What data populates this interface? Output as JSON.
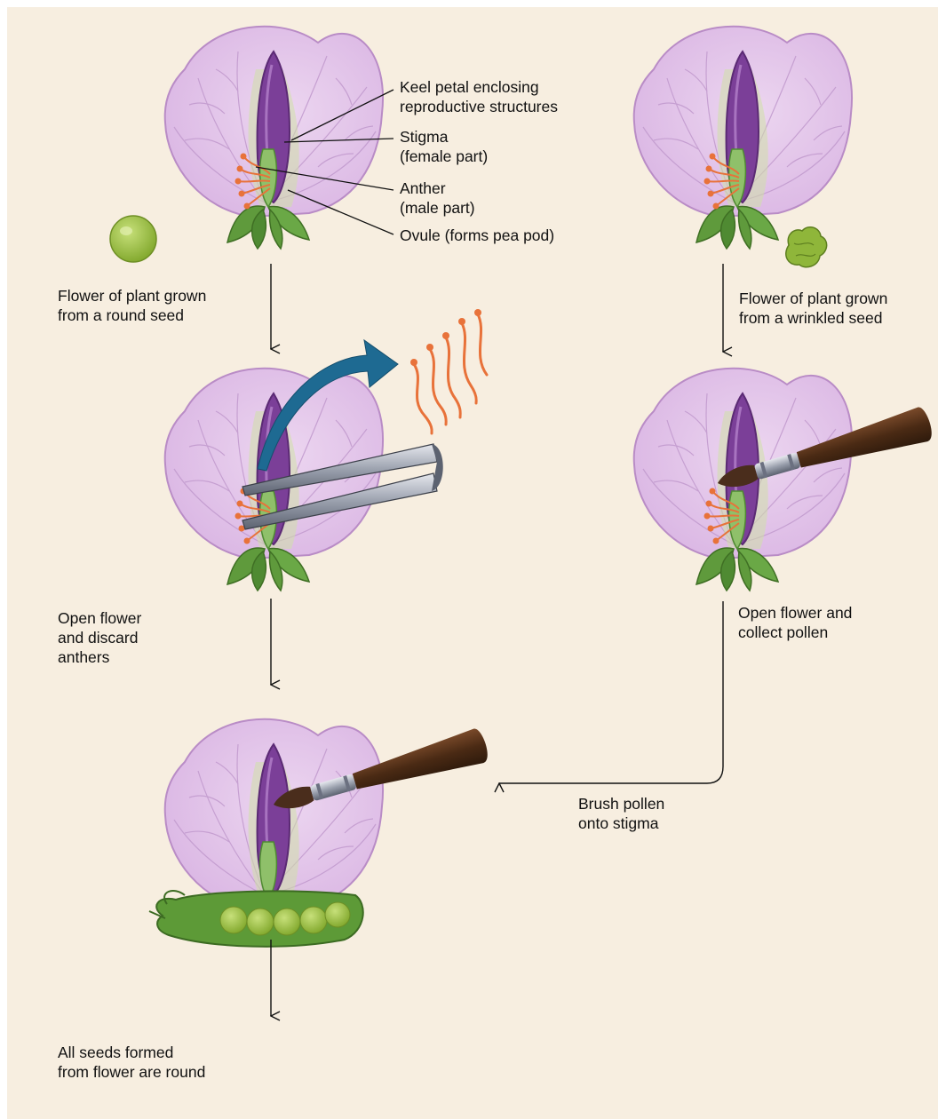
{
  "colors": {
    "background": "#f7eee0",
    "petal": "#e4c6ea",
    "petal_dark": "#c79ad3",
    "keel": "#7b3f98",
    "sepal": "#5f9a3c",
    "anther": "#e8723a",
    "seed": "#9cc43a",
    "arrow_blue": "#1e6a92"
  },
  "labels": {
    "keel": "Keel petal enclosing\nreproductive structures",
    "stigma": "Stigma\n(female part)",
    "anther": "Anther\n(male part)",
    "ovule": "Ovule (forms pea pod)",
    "round_flower": "Flower of plant grown\nfrom a round seed",
    "wrinkled_flower": "Flower of plant grown\nfrom a wrinkled seed",
    "discard": "Open flower\nand discard\nanthers",
    "collect": "Open flower and\ncollect pollen",
    "brush": "Brush pollen\nonto stigma",
    "result": "All seeds formed\nfrom flower are round"
  }
}
